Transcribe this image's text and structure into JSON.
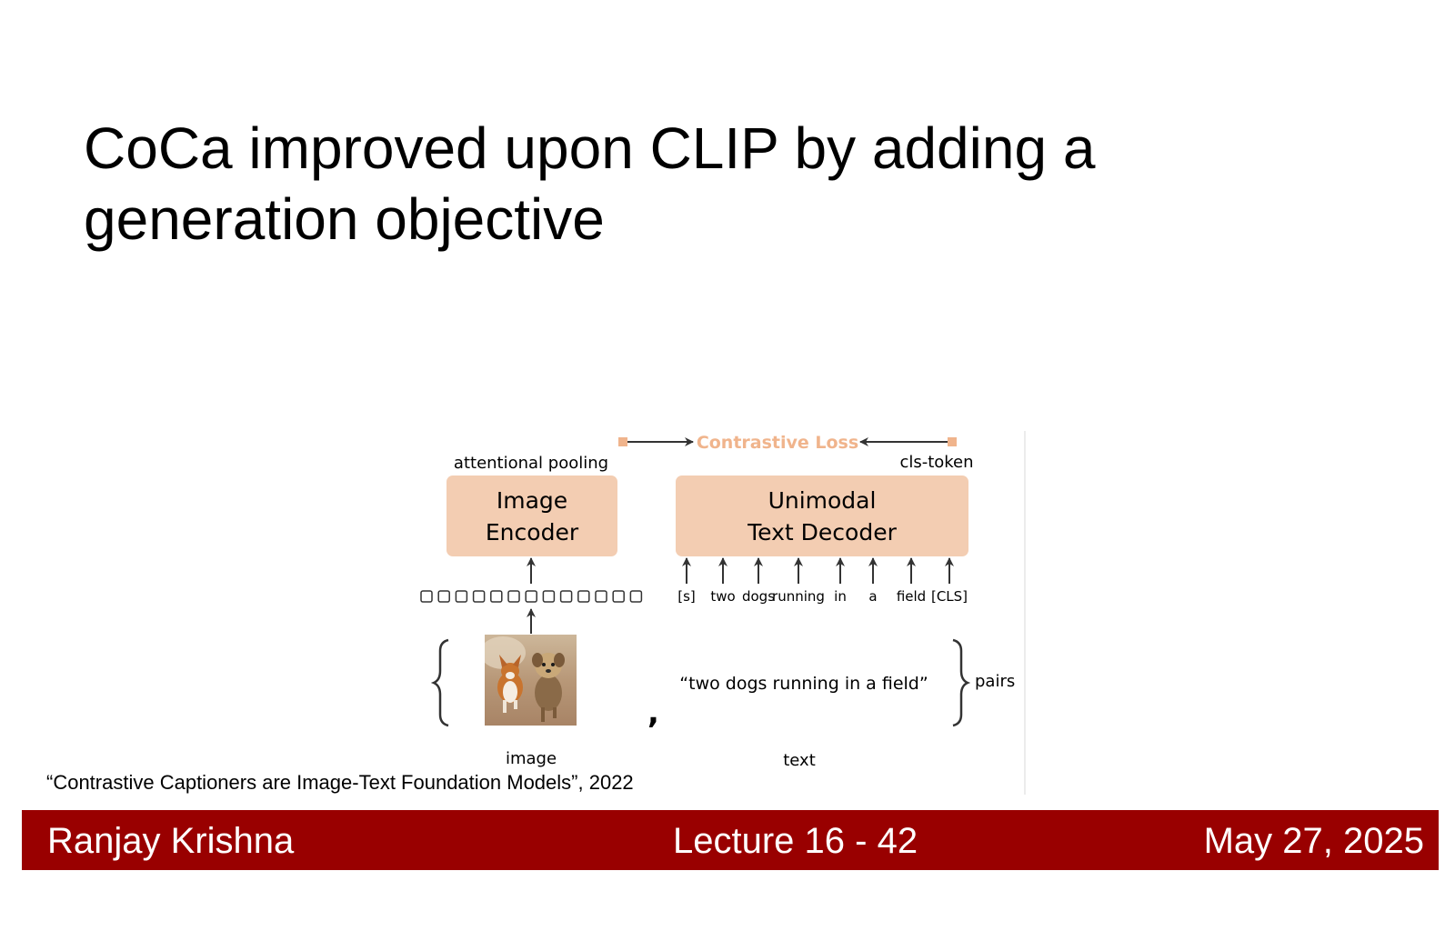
{
  "slide": {
    "title": "CoCa improved upon CLIP by adding a generation objective",
    "citation": "“Contrastive Captioners are Image-Text Foundation Models”, 2022"
  },
  "diagram": {
    "contrastive_loss_label": "Contrastive Loss",
    "attentional_pooling_label": "attentional pooling",
    "cls_token_label": "cls-token",
    "image_encoder": {
      "line1": "Image",
      "line2": "Encoder"
    },
    "text_decoder": {
      "line1": "Unimodal",
      "line2": "Text Decoder"
    },
    "tokens": [
      "[s]",
      "two",
      "dogs",
      "running",
      "in",
      "a",
      "field",
      "[CLS]"
    ],
    "caption_text": "“two dogs running in a field”",
    "comma": ",",
    "pairs_label": "pairs",
    "image_label": "image",
    "text_label": "text",
    "colors": {
      "block_fill": "#f3cdb2",
      "accent": "#f0b48c",
      "arrow": "#333333"
    }
  },
  "footer": {
    "author": "Ranjay Krishna",
    "lecture": "Lecture 16 -  42",
    "date": "May 27, 2025",
    "background": "#990000"
  }
}
